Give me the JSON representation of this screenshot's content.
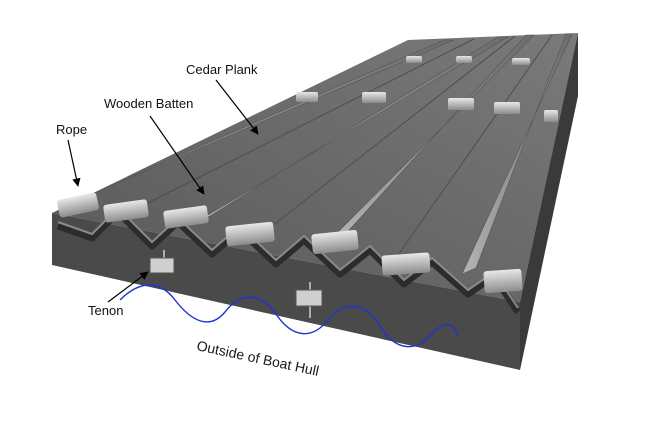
{
  "labels": {
    "cedar_plank": "Cedar Plank",
    "wooden_batten": "Wooden Batten",
    "rope": "Rope",
    "tenon": "Tenon",
    "hull_outside": "Outside of Boat Hull"
  },
  "colors": {
    "top_surface": "#5f5f5f",
    "top_surface_far": "#777777",
    "front_face": "#4a4a4a",
    "side_face": "#3c3c3c",
    "batten_light": "#9a9a9a",
    "batten_dark": "#6a6a6a",
    "rope_light": "#d6d6d6",
    "rope_dark": "#8a8a8a",
    "tenon": "#c9c9c9",
    "wave": "#1f33d6",
    "arrow": "#000000"
  }
}
